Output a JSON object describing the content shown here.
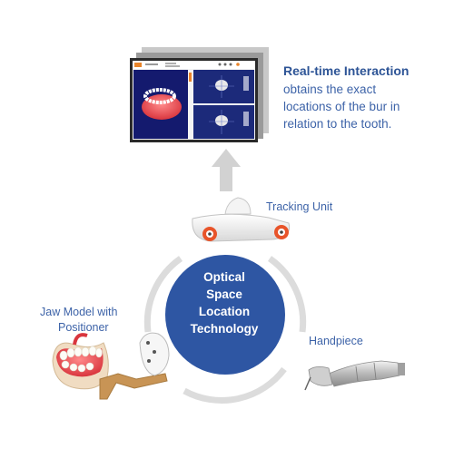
{
  "realtime": {
    "title": "Real-time Interaction",
    "lines": [
      "obtains the exact",
      "locations of the bur in",
      "relation to the tooth."
    ]
  },
  "labels": {
    "tracking_unit": "Tracking Unit",
    "jaw_model_line1": "Jaw Model with",
    "jaw_model_line2": "Positioner",
    "handpiece": "Handpiece"
  },
  "center": {
    "lines": [
      "Optical",
      "Space",
      "Location",
      "Technology"
    ]
  },
  "colors": {
    "accent_blue": "#2e56a3",
    "text_blue": "#3d63a8",
    "ring_gray": "#dcdcdc",
    "arrow_gray": "#d2d2d2",
    "tracker_orange": "#e8542a"
  }
}
